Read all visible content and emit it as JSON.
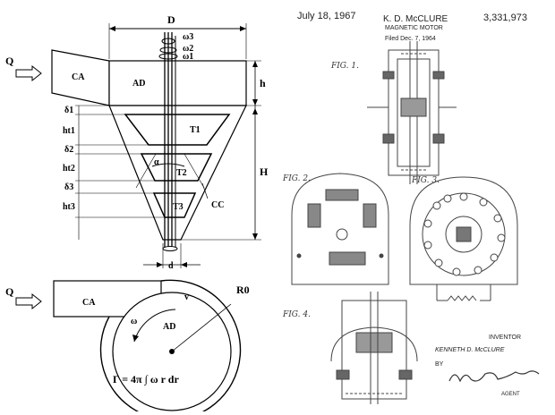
{
  "left_diagram": {
    "top_view_labels": {
      "D": "D",
      "omega3": "ω3",
      "omega2": "ω2",
      "omega1": "ω1",
      "Q": "Q",
      "CA": "CA",
      "AD": "AD",
      "h": "h",
      "H": "H",
      "delta1": "δ1",
      "delta2": "δ2",
      "delta3": "δ3",
      "h_t1": "ht1",
      "h_t2": "ht2",
      "h_t3": "ht3",
      "T1": "T1",
      "T2": "T2",
      "T3": "T3",
      "alpha": "α",
      "CC": "CC",
      "d": "d"
    },
    "plan_view_labels": {
      "Q": "Q",
      "CA": "CA",
      "AD": "AD",
      "omega": "ω",
      "v": "v",
      "R0": "R0",
      "formula": "Γ = 4π ∫ ω r dr"
    }
  },
  "patent": {
    "date": "July 18, 1967",
    "inventor_name": "K. D. McCLURE",
    "patent_number": "3,331,973",
    "title": "MAGNETIC MOTOR",
    "filed": "Filed Dec. 7, 1964",
    "figures": {
      "fig1": "FIG. 1.",
      "fig2": "FIG. 2.",
      "fig3": "FIG. 3.",
      "fig4": "FIG. 4."
    },
    "inventor_caption": "INVENTOR",
    "inventor_full": "KENNETH D. McCLURE",
    "by": "BY",
    "agent": "AGENT"
  }
}
